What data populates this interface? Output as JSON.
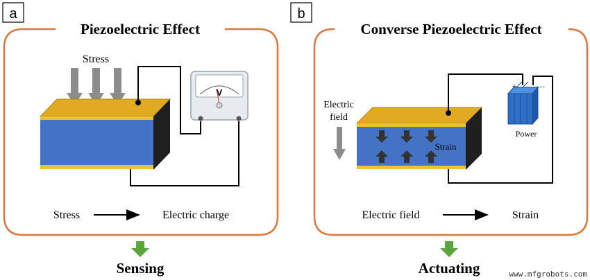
{
  "panel_a": {
    "letter": "a",
    "title": "Piezoelectric Effect",
    "stress_label": "Stress",
    "meter_symbol": "V",
    "relation": {
      "left": "Stress",
      "right": "Electric charge"
    },
    "outcome": "Sensing"
  },
  "panel_b": {
    "letter": "b",
    "title": "Converse Piezoelectric Effect",
    "field_label_line1": "Electric",
    "field_label_line2": "field",
    "strain_label": "Strain",
    "power_label": "Power",
    "plus_sign": "+",
    "minus_sign": "—",
    "relation": {
      "left": "Electric field",
      "right": "Strain"
    },
    "outcome": "Actuating"
  },
  "watermark": "www.mfgrobots.com",
  "colors": {
    "frame": "#d9773d",
    "electrode": "#e0aa22",
    "ceramic": "#4472c4",
    "side": "#1f1f1f",
    "arrow_gray": "#8c8c8c",
    "down_arrow_green": "#5aa63c",
    "battery": "#2e6fc8"
  },
  "icons": [
    "down-arrow-icon",
    "right-arrow-icon",
    "voltmeter-icon",
    "battery-icon",
    "up-arrow-icon"
  ]
}
